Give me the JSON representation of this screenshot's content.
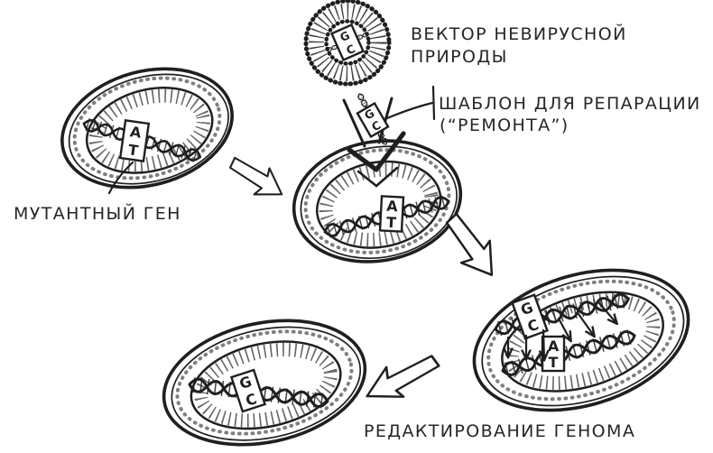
{
  "figure": {
    "type": "hand-drawn biology diagram",
    "topic": "genome editing with a non-viral vector and repair template",
    "language": "ru"
  },
  "colors": {
    "background": "#ffffff",
    "ink": "#1f1f1f"
  },
  "labels": {
    "vector_line1": "ВЕКТОР НЕВИРУСНОЙ",
    "vector_line2": "ПРИРОДЫ",
    "template_line1": "ШАБЛОН ДЛЯ РЕПАРАЦИИ",
    "template_line2": "(“РЕМОНТА”)",
    "mutant_gene": "МУТАНТНЫЙ ГЕН",
    "genome_editing": "РЕДАКТИРОВАНИЕ ГЕНОМА"
  },
  "base_pairs": {
    "mutant": {
      "top": "A",
      "bottom": "T"
    },
    "template": {
      "top": "G",
      "bottom": "C"
    }
  }
}
